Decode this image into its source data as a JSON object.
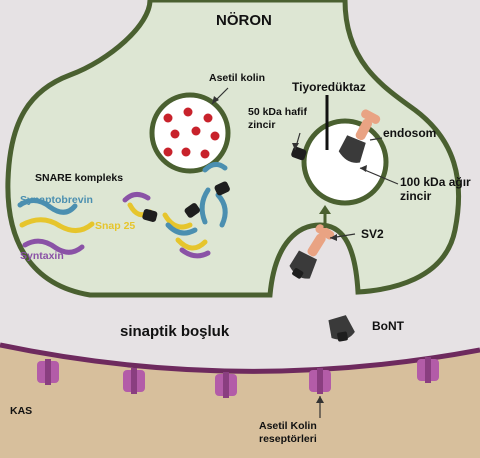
{
  "labels": {
    "neuron": "NÖRON",
    "acetylcholine": "Asetil kolin",
    "thioredoxin": "Tiyoredüktaz",
    "light_chain_line1": "50 kDa hafif",
    "light_chain_line2": "zincir",
    "endosome": "endosom",
    "heavy_chain_line1": "100 kDa ağır",
    "heavy_chain_line2": "zincir",
    "snare_complex": "SNARE kompleks",
    "synaptobrevin": "Synaptobrevin",
    "snap25": "Snap 25",
    "syntaxin": "Syntaxin",
    "sv2": "SV2",
    "synaptic_cleft": "sinaptik boşluk",
    "bont": "BoNT",
    "muscle": "KAS",
    "receptors_line1": "Asetil Kolin",
    "receptors_line2": "reseptörleri"
  },
  "colors": {
    "background": "#e6e2e4",
    "neuron_fill": "#dde6d3",
    "membrane": "#4a6030",
    "muscle": "#d7bf9c",
    "muscle_membrane": "#6e2a5e",
    "receptor": "#b35ca8",
    "acetylcholine_dot": "#c8222b",
    "synaptobrevin": "#4b8fb0",
    "snap25": "#e6c52c",
    "syntaxin": "#8a52a6",
    "sv2": "#e9a383",
    "toxin": "#1e1e1e"
  }
}
